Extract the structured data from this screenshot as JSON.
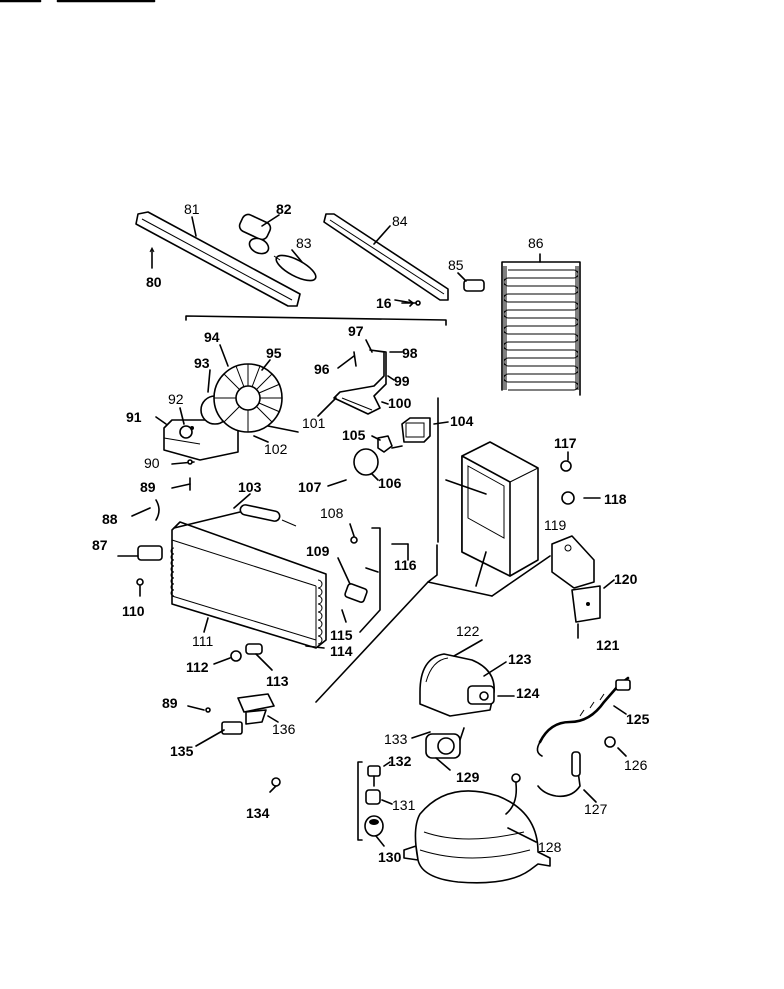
{
  "labels": {
    "l16": "16",
    "l80": "80",
    "l81": "81",
    "l82": "82",
    "l83": "83",
    "l84": "84",
    "l85": "85",
    "l86": "86",
    "l87": "87",
    "l88": "88",
    "l89a": "89",
    "l89b": "89",
    "l90": "90",
    "l91": "91",
    "l92": "92",
    "l93": "93",
    "l94": "94",
    "l95": "95",
    "l96": "96",
    "l97": "97",
    "l98": "98",
    "l99": "99",
    "l100": "100",
    "l101": "101",
    "l102": "102",
    "l103": "103",
    "l104": "104",
    "l105": "105",
    "l106": "106",
    "l107": "107",
    "l108": "108",
    "l109": "109",
    "l110": "110",
    "l111": "111",
    "l112": "112",
    "l113": "113",
    "l114": "114",
    "l115": "115",
    "l116": "116",
    "l117": "117",
    "l118": "118",
    "l119": "119",
    "l120": "120",
    "l121": "121",
    "l122": "122",
    "l123": "123",
    "l124": "124",
    "l125": "125",
    "l126": "126",
    "l127": "127",
    "l128": "128",
    "l129": "129",
    "l130": "130",
    "l131": "131",
    "l132": "132",
    "l133": "133",
    "l134": "134",
    "l135": "135",
    "l136": "136"
  }
}
